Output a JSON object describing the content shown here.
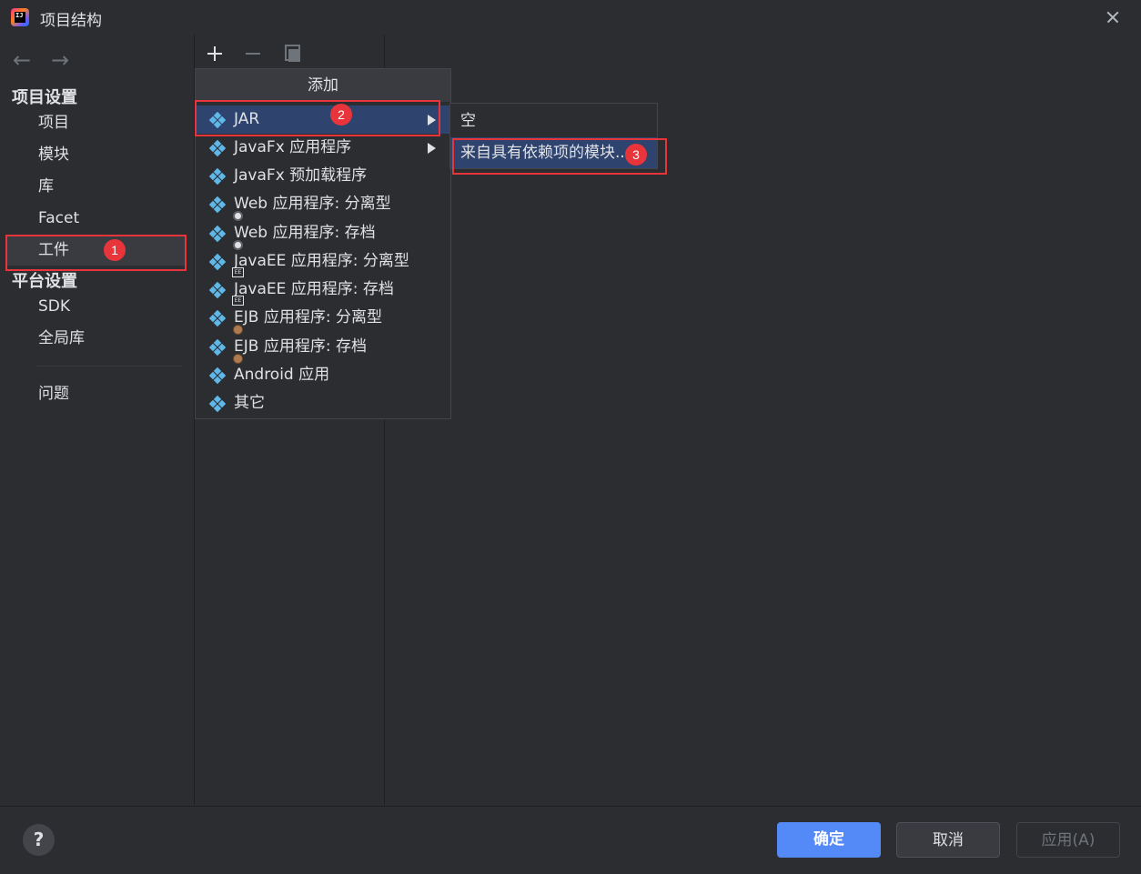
{
  "window": {
    "title": "项目结构"
  },
  "sidebar": {
    "project_settings_header": "项目设置",
    "platform_settings_header": "平台设置",
    "items": [
      {
        "label": "项目"
      },
      {
        "label": "模块"
      },
      {
        "label": "库"
      },
      {
        "label": "Facet"
      },
      {
        "label": "工件",
        "selected": true
      },
      {
        "label": "SDK"
      },
      {
        "label": "全局库"
      },
      {
        "label": "问题"
      }
    ]
  },
  "add_popup": {
    "header": "添加",
    "items": [
      {
        "label": "JAR",
        "icon": "module-diamond-icon",
        "has_submenu": true,
        "active": true
      },
      {
        "label": "JavaFx 应用程序",
        "icon": "module-diamond-icon",
        "has_submenu": true
      },
      {
        "label": "JavaFx 预加载程序",
        "icon": "module-diamond-icon"
      },
      {
        "label": "Web 应用程序: 分离型",
        "icon": "web-artifact-icon"
      },
      {
        "label": "Web 应用程序: 存档",
        "icon": "web-artifact-icon"
      },
      {
        "label": "JavaEE 应用程序: 分离型",
        "icon": "javaee-artifact-icon"
      },
      {
        "label": "JavaEE 应用程序: 存档",
        "icon": "javaee-artifact-icon"
      },
      {
        "label": "EJB 应用程序: 分离型",
        "icon": "ejb-artifact-icon"
      },
      {
        "label": "EJB 应用程序: 存档",
        "icon": "ejb-artifact-icon"
      },
      {
        "label": "Android 应用",
        "icon": "module-diamond-icon"
      },
      {
        "label": "其它",
        "icon": "module-diamond-icon"
      }
    ],
    "javaee_badge_text": "EE"
  },
  "jar_submenu": {
    "items": [
      {
        "label": "空"
      },
      {
        "label": "来自具有依赖项的模块...",
        "active": true
      }
    ]
  },
  "annotations": {
    "step1": "1",
    "step2": "2",
    "step3": "3",
    "color": "#e8353b"
  },
  "footer": {
    "help": "?",
    "ok": "确定",
    "cancel": "取消",
    "apply": "应用(A)"
  },
  "colors": {
    "background": "#2b2d30",
    "selection": "#393b40",
    "menu_active": "#2e436e",
    "primary_button": "#548af7",
    "icon_blue": "#5fb8e8"
  }
}
